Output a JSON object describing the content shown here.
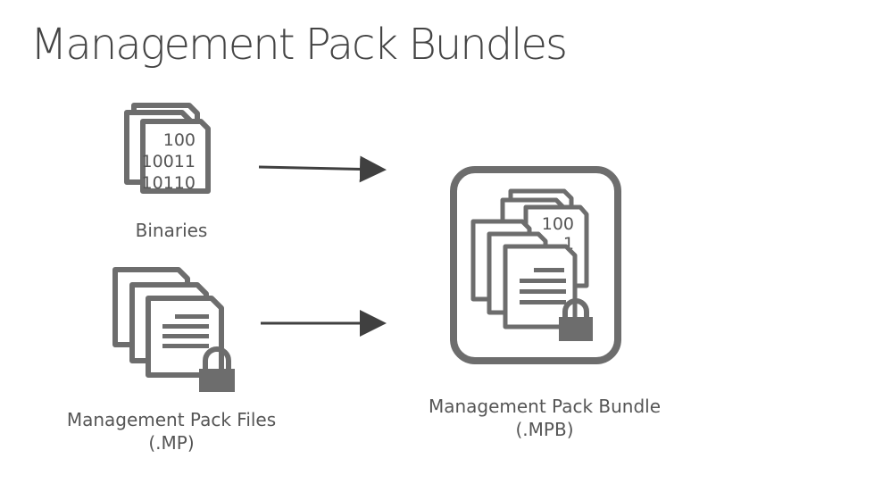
{
  "title": "Management Pack Bundles",
  "binaries": {
    "label": "Binaries",
    "lines": [
      "100",
      "10011",
      "10110"
    ]
  },
  "mp_files": {
    "line1": "Management Pack Files",
    "line2": "(.MP)"
  },
  "bundle": {
    "line1": "Management Pack Bundle",
    "line2": "(.MPB)",
    "bin_line1": "100",
    "bin_line2": "1"
  },
  "colors": {
    "icon": "#6d6d6d",
    "text": "#555555",
    "title": "#444444",
    "arrow": "#404040"
  }
}
